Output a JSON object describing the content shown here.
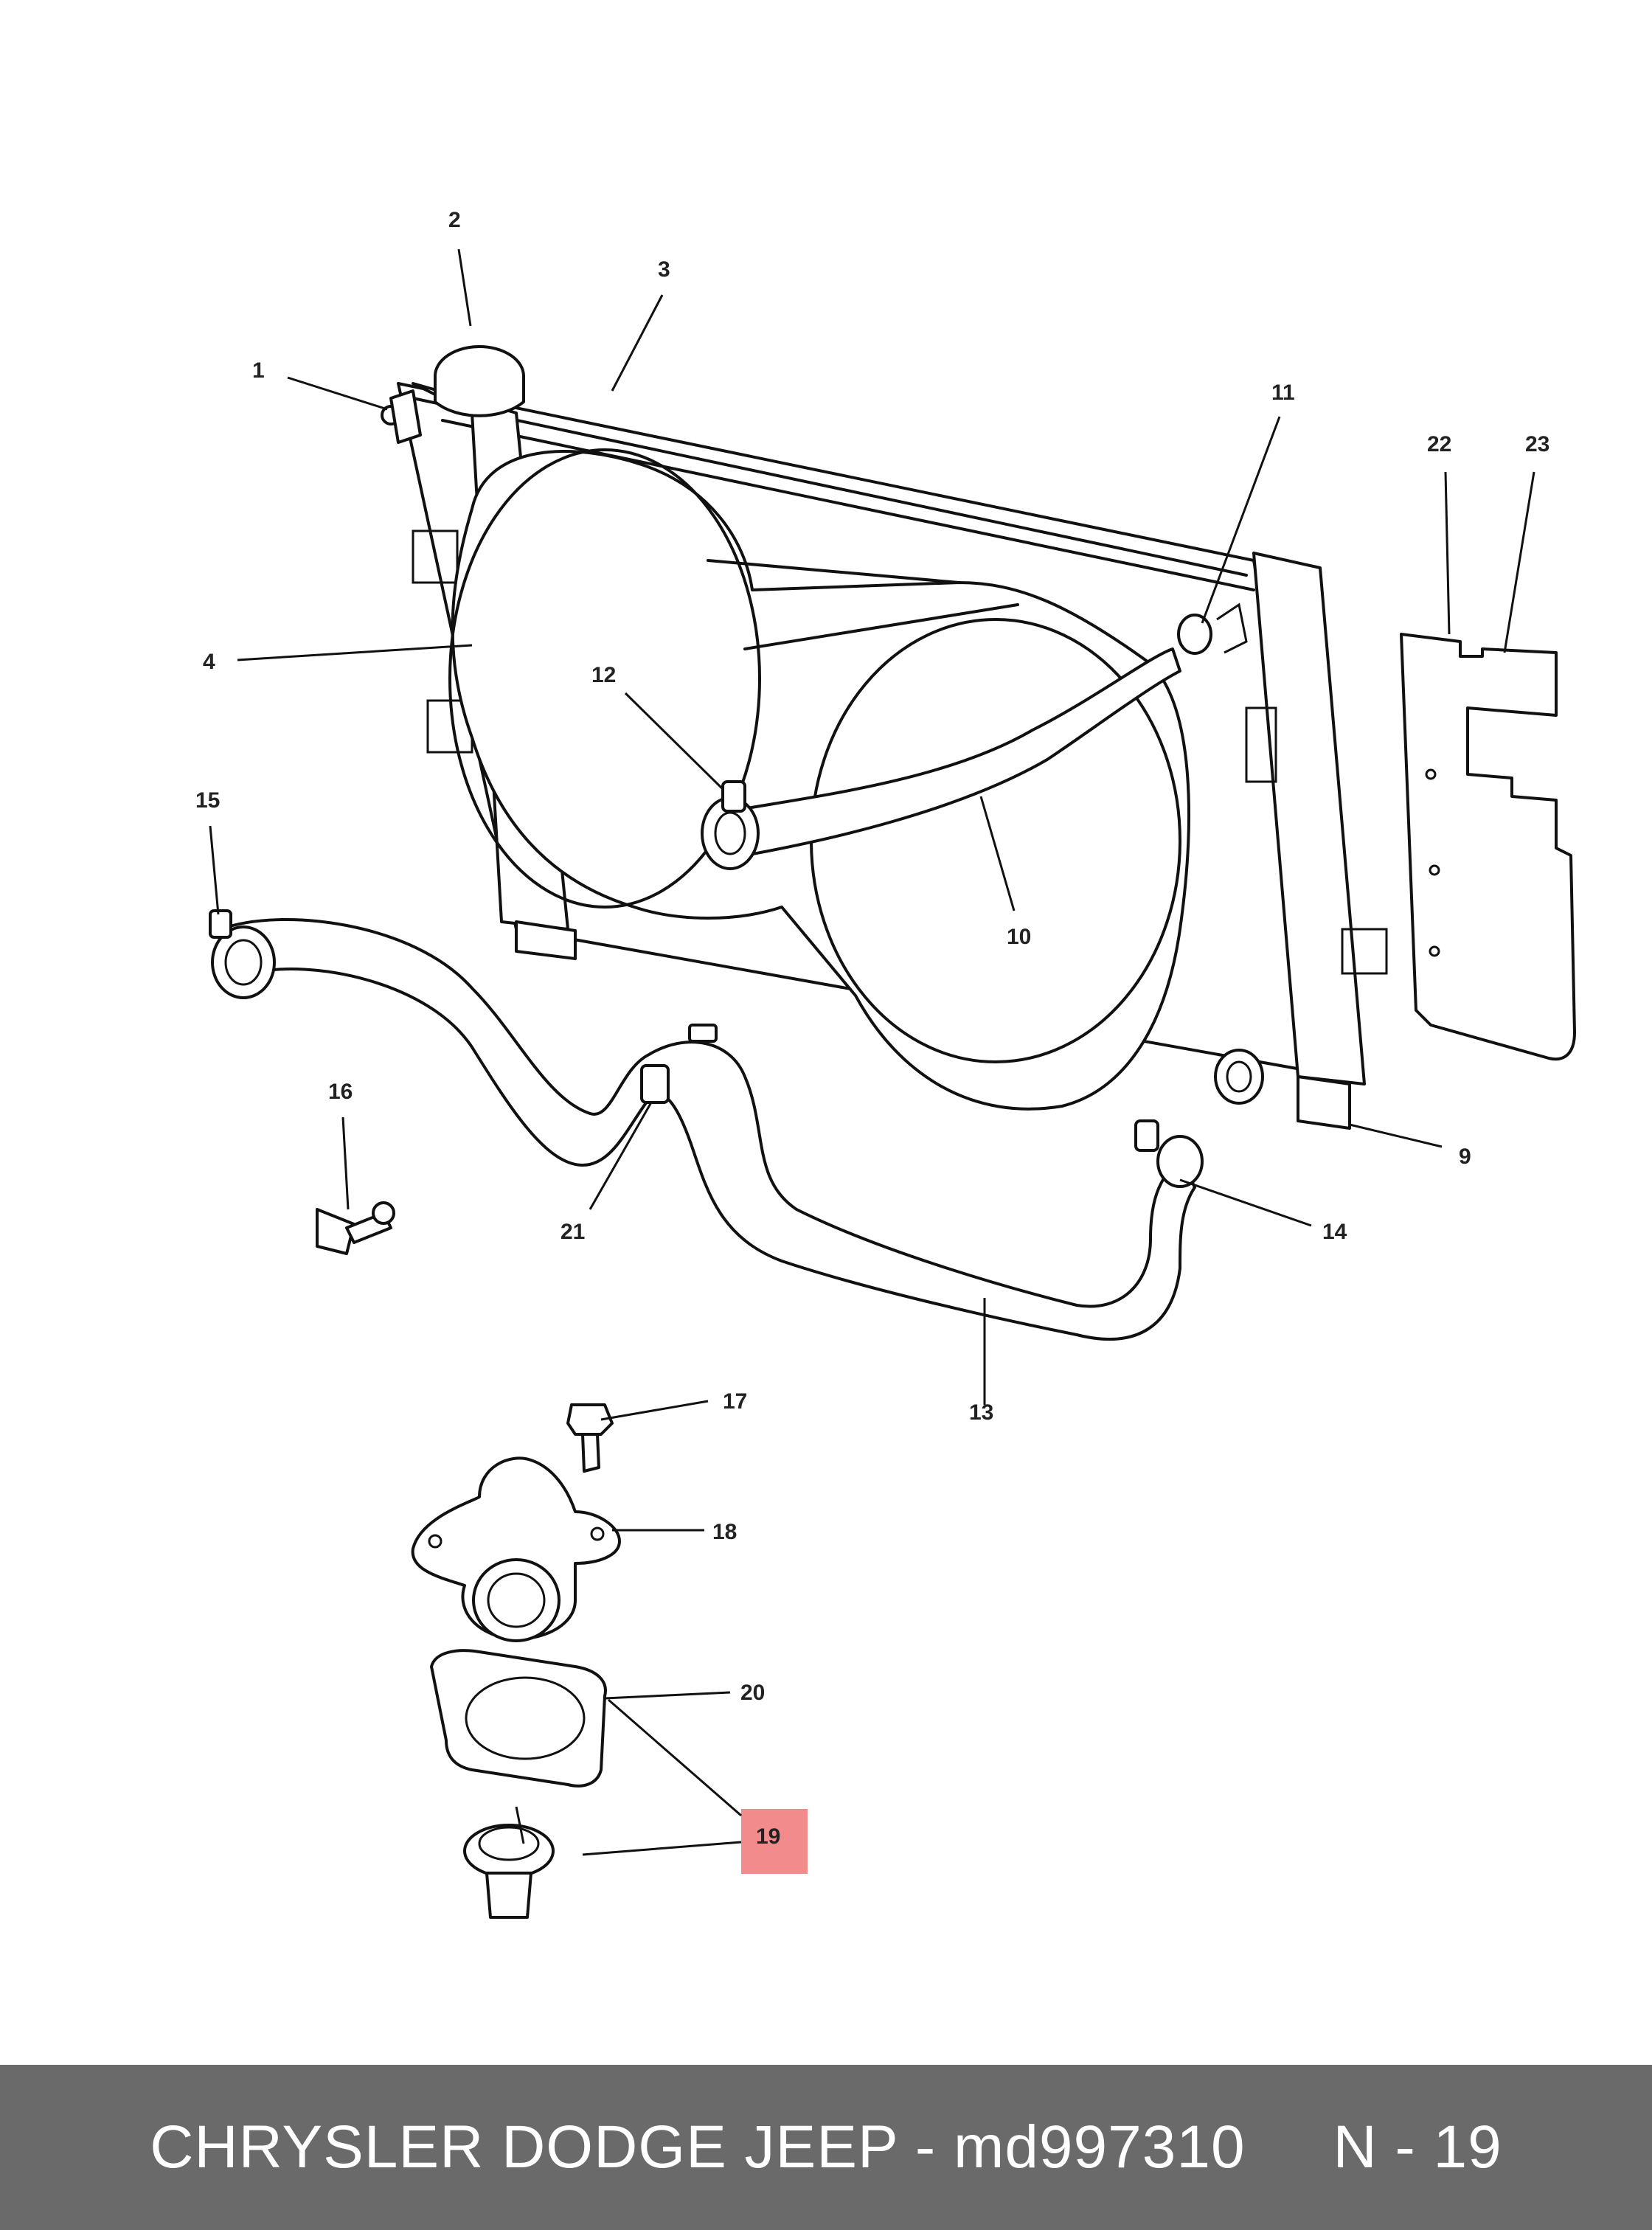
{
  "diagram": {
    "highlight_color": "#f28b8b",
    "line_color": "#111111",
    "callouts": [
      {
        "id": "1",
        "label": "1"
      },
      {
        "id": "2",
        "label": "2"
      },
      {
        "id": "3",
        "label": "3"
      },
      {
        "id": "4",
        "label": "4"
      },
      {
        "id": "9",
        "label": "9"
      },
      {
        "id": "10",
        "label": "10"
      },
      {
        "id": "11",
        "label": "11"
      },
      {
        "id": "12",
        "label": "12"
      },
      {
        "id": "13",
        "label": "13"
      },
      {
        "id": "14",
        "label": "14"
      },
      {
        "id": "15",
        "label": "15"
      },
      {
        "id": "16",
        "label": "16"
      },
      {
        "id": "17",
        "label": "17"
      },
      {
        "id": "18",
        "label": "18"
      },
      {
        "id": "19",
        "label": "19",
        "highlighted": true
      },
      {
        "id": "20",
        "label": "20"
      },
      {
        "id": "21",
        "label": "21"
      },
      {
        "id": "22",
        "label": "22"
      },
      {
        "id": "23",
        "label": "23"
      }
    ]
  },
  "footer": {
    "text": "CHRYSLER DODGE JEEP - md997310     N - 19",
    "background": "#6a6a6a",
    "text_color": "#ffffff"
  }
}
